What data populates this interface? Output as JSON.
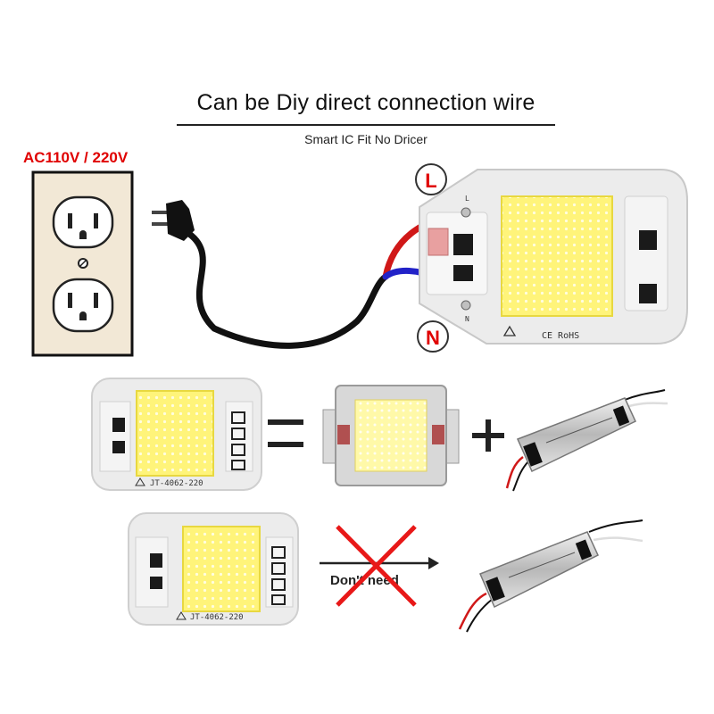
{
  "header": {
    "title": "Can be Diy direct connection wire",
    "subtitle": "Smart IC Fit No Dricer"
  },
  "voltage_label": "AC110V / 220V",
  "chip_top": {
    "line_badge": "L",
    "neutral_badge": "N",
    "pin_l": "L",
    "pin_n": "N",
    "cert_text": "CE RoHS"
  },
  "chip_mid": {
    "model_text": "JT-4062-220"
  },
  "chip_bottom": {
    "model_text": "JT-4062-220"
  },
  "crossed_text": "Don't need",
  "colors": {
    "voltage": "#e00000",
    "wire_live": "#d01818",
    "wire_neutral": "#2222c8",
    "cross": "#e81818",
    "led_yellow": "#fff47a"
  }
}
